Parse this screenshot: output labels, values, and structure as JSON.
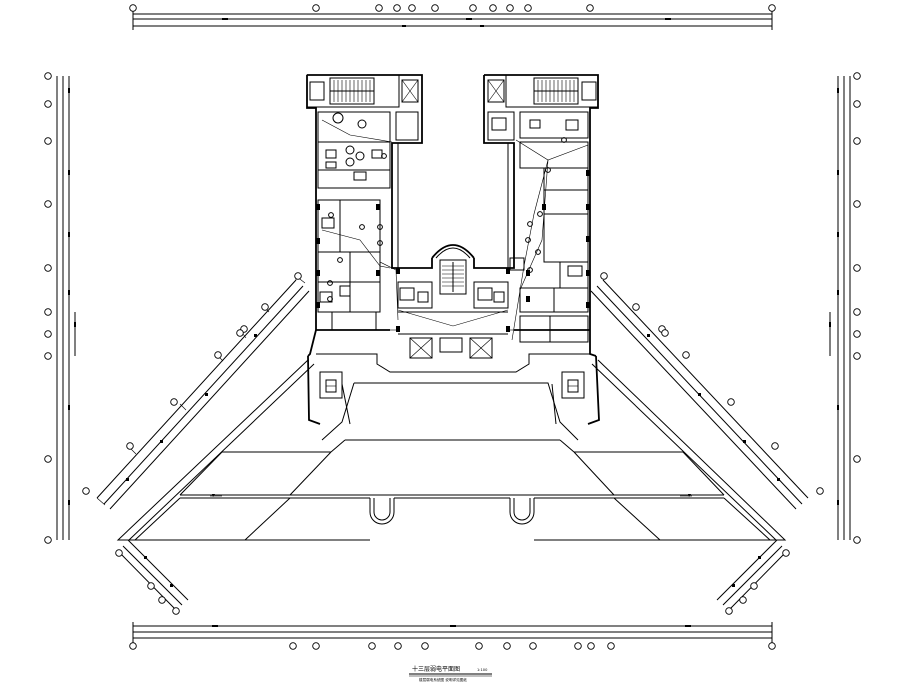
{
  "drawing": {
    "title": "十三层弱电平面图",
    "scale": "1:100",
    "subtitle": "楼层弱电系统图 说明详见图纸"
  },
  "colors": {
    "line": "#000000",
    "background": "#ffffff"
  }
}
